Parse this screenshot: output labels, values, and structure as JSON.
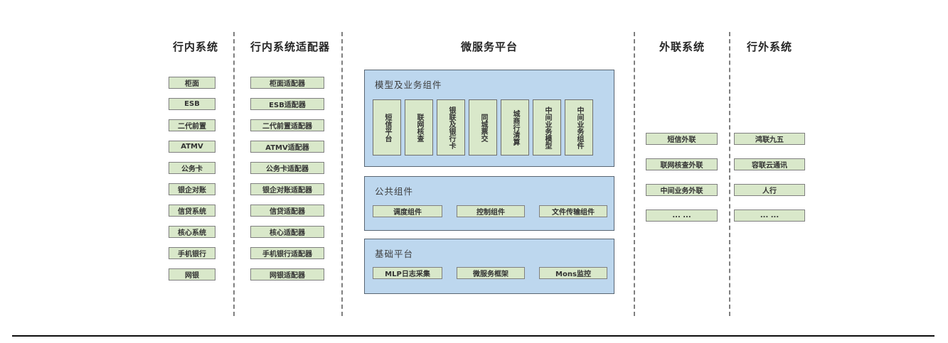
{
  "diagram": {
    "columns": {
      "internal": {
        "title": "行内系统",
        "items": [
          "柜面",
          "ESB",
          "二代前置",
          "ATMV",
          "公务卡",
          "银企对账",
          "信贷系统",
          "核心系统",
          "手机银行",
          "网银"
        ]
      },
      "adapters": {
        "title": "行内系统适配器",
        "items": [
          "柜面适配器",
          "ESB适配器",
          "二代前置适配器",
          "ATMV适配器",
          "公务卡适配器",
          "银企对账适配器",
          "信贷适配器",
          "核心适配器",
          "手机银行适配器",
          "网银适配器"
        ]
      },
      "platform": {
        "title": "微服务平台",
        "sections": {
          "model": {
            "title": "模型及业务组件",
            "items": [
              "短信平台",
              "联网核查",
              "银联及银行卡",
              "同城票交",
              "城商行清算",
              "中间业务模型",
              "中间业务组件"
            ]
          },
          "common": {
            "title": "公共组件",
            "items": [
              "调度组件",
              "控制组件",
              "文件传输组件"
            ]
          },
          "base": {
            "title": "基础平台",
            "items": [
              "MLP日志采集",
              "微服务框架",
              "Mons监控"
            ]
          }
        }
      },
      "outlink": {
        "title": "外联系统",
        "items": [
          "短信外联",
          "联网核查外联",
          "中间业务外联",
          "... ..."
        ]
      },
      "outside": {
        "title": "行外系统",
        "items": [
          "鸿联九五",
          "容联云通讯",
          "人行",
          "... ..."
        ]
      }
    },
    "colors": {
      "box_green": "#d9e8ca",
      "box_green_border": "#7f7f7f",
      "panel_blue": "#bdd7ee",
      "panel_blue_border": "#596673",
      "dash_line": "#7f7f7f"
    }
  }
}
